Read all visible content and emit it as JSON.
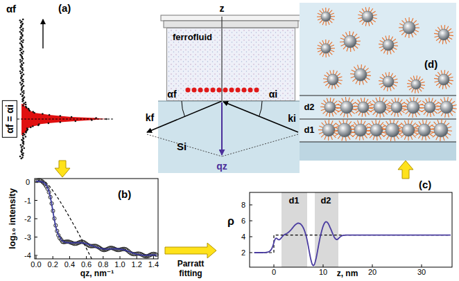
{
  "diagram": {
    "nodes": [
      {
        "text": [
          "(a)"
        ]
      },
      {
        "text": [
          "αf = αi"
        ],
        "in": 0
      },
      {
        "text": [
          "ferrofluid"
        ]
      },
      {
        "text": [
          "(d)"
        ]
      },
      {
        "text": [
          "(b)"
        ]
      },
      {
        "text": [
          "(c)"
        ]
      }
    ],
    "edges": [
      {
        "from": 0,
        "to": 4,
        "arrow": "to"
      },
      {
        "from": 4,
        "to": 5,
        "label": "Parratt fitting",
        "arrow": "to"
      },
      {
        "from": 5,
        "to": 3,
        "arrow": "to"
      }
    ],
    "labels": [
      "αf",
      "0",
      "-1",
      "-2",
      "-3",
      "-4",
      "0.0",
      "0.2",
      "0.4",
      "0.6",
      "0.8",
      "1.0",
      "1.2",
      "1.4",
      "log₁₀ intensity",
      "qz, nm⁻¹",
      "z",
      "kf",
      "αf",
      "αi",
      "ki",
      "Si",
      "qz",
      "d2",
      "d1",
      "ρ",
      "2",
      "4",
      "6",
      "8",
      "0",
      "10",
      "20",
      "30",
      "z, nm",
      "d1",
      "d2"
    ]
  }
}
